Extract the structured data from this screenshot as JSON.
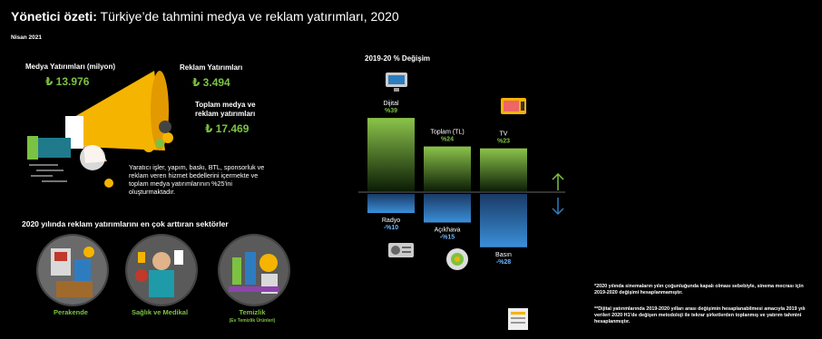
{
  "header": {
    "title_bold": "Yönetici özeti:",
    "title_rest": " Türkiye’de tahmini medya ve reklam yatırımları, 2020",
    "date": "Nisan 2021"
  },
  "kpis": {
    "media_label": "Medya Yatırımları (milyon)",
    "media_value": "₺ 13.976",
    "ad_label": "Reklam Yatırımları",
    "ad_value": "₺ 3.494",
    "total_label_1": "Toplam medya ve",
    "total_label_2": "reklam yatırımları",
    "total_value": "₺ 17.469"
  },
  "description": "Yaratıcı işler, yapım, baskı, BTL, sponsorluk ve reklam veren hizmet bedellerini içermekte ve toplam medya yatırımlarının %25'ini oluşturmaktadır.",
  "sectors": {
    "title": "2020 yılında reklam yatırımlarını en çok arttıran sektörler",
    "items": [
      {
        "name": "Perakende",
        "sub": ""
      },
      {
        "name": "Sağlık ve Medikal",
        "sub": ""
      },
      {
        "name": "Temizlik",
        "sub": "(Ev Temizlik Ürünleri)"
      }
    ]
  },
  "chart_title": "2019-20  % Değişim",
  "chart_data": {
    "type": "bar",
    "title": "2019-20  % Değişim",
    "categories": [
      "Dijital",
      "Toplam (TL)",
      "TV",
      "Radyo",
      "Açıkhava",
      "Basın"
    ],
    "values": [
      39,
      24,
      23,
      -10,
      -15,
      -28
    ],
    "labels": [
      "%39",
      "%24",
      "%23",
      "-%10",
      "-%15",
      "-%28"
    ],
    "ylim": [
      -28,
      39
    ]
  },
  "notes": [
    "*2020 yılında sinemaların yılın çoğunluğunda kapalı olması sebebiyle, sinema mecrası için 2019-2020 değişimi hesaplanmamıştır.",
    "**Dijital yatırımlarında 2019-2020 yılları arası değişimin hesaplanabilmesi amacıyla 2019 yılı verileri 2020 H1’de değişen metodoloji ile tekrar şirketlerden toplanmış ve  yatırım tahmini hesaplanmıştır."
  ],
  "colors": {
    "green": "#7cc242",
    "blue": "#2e7cc0",
    "megaphone": "#f5b400"
  }
}
